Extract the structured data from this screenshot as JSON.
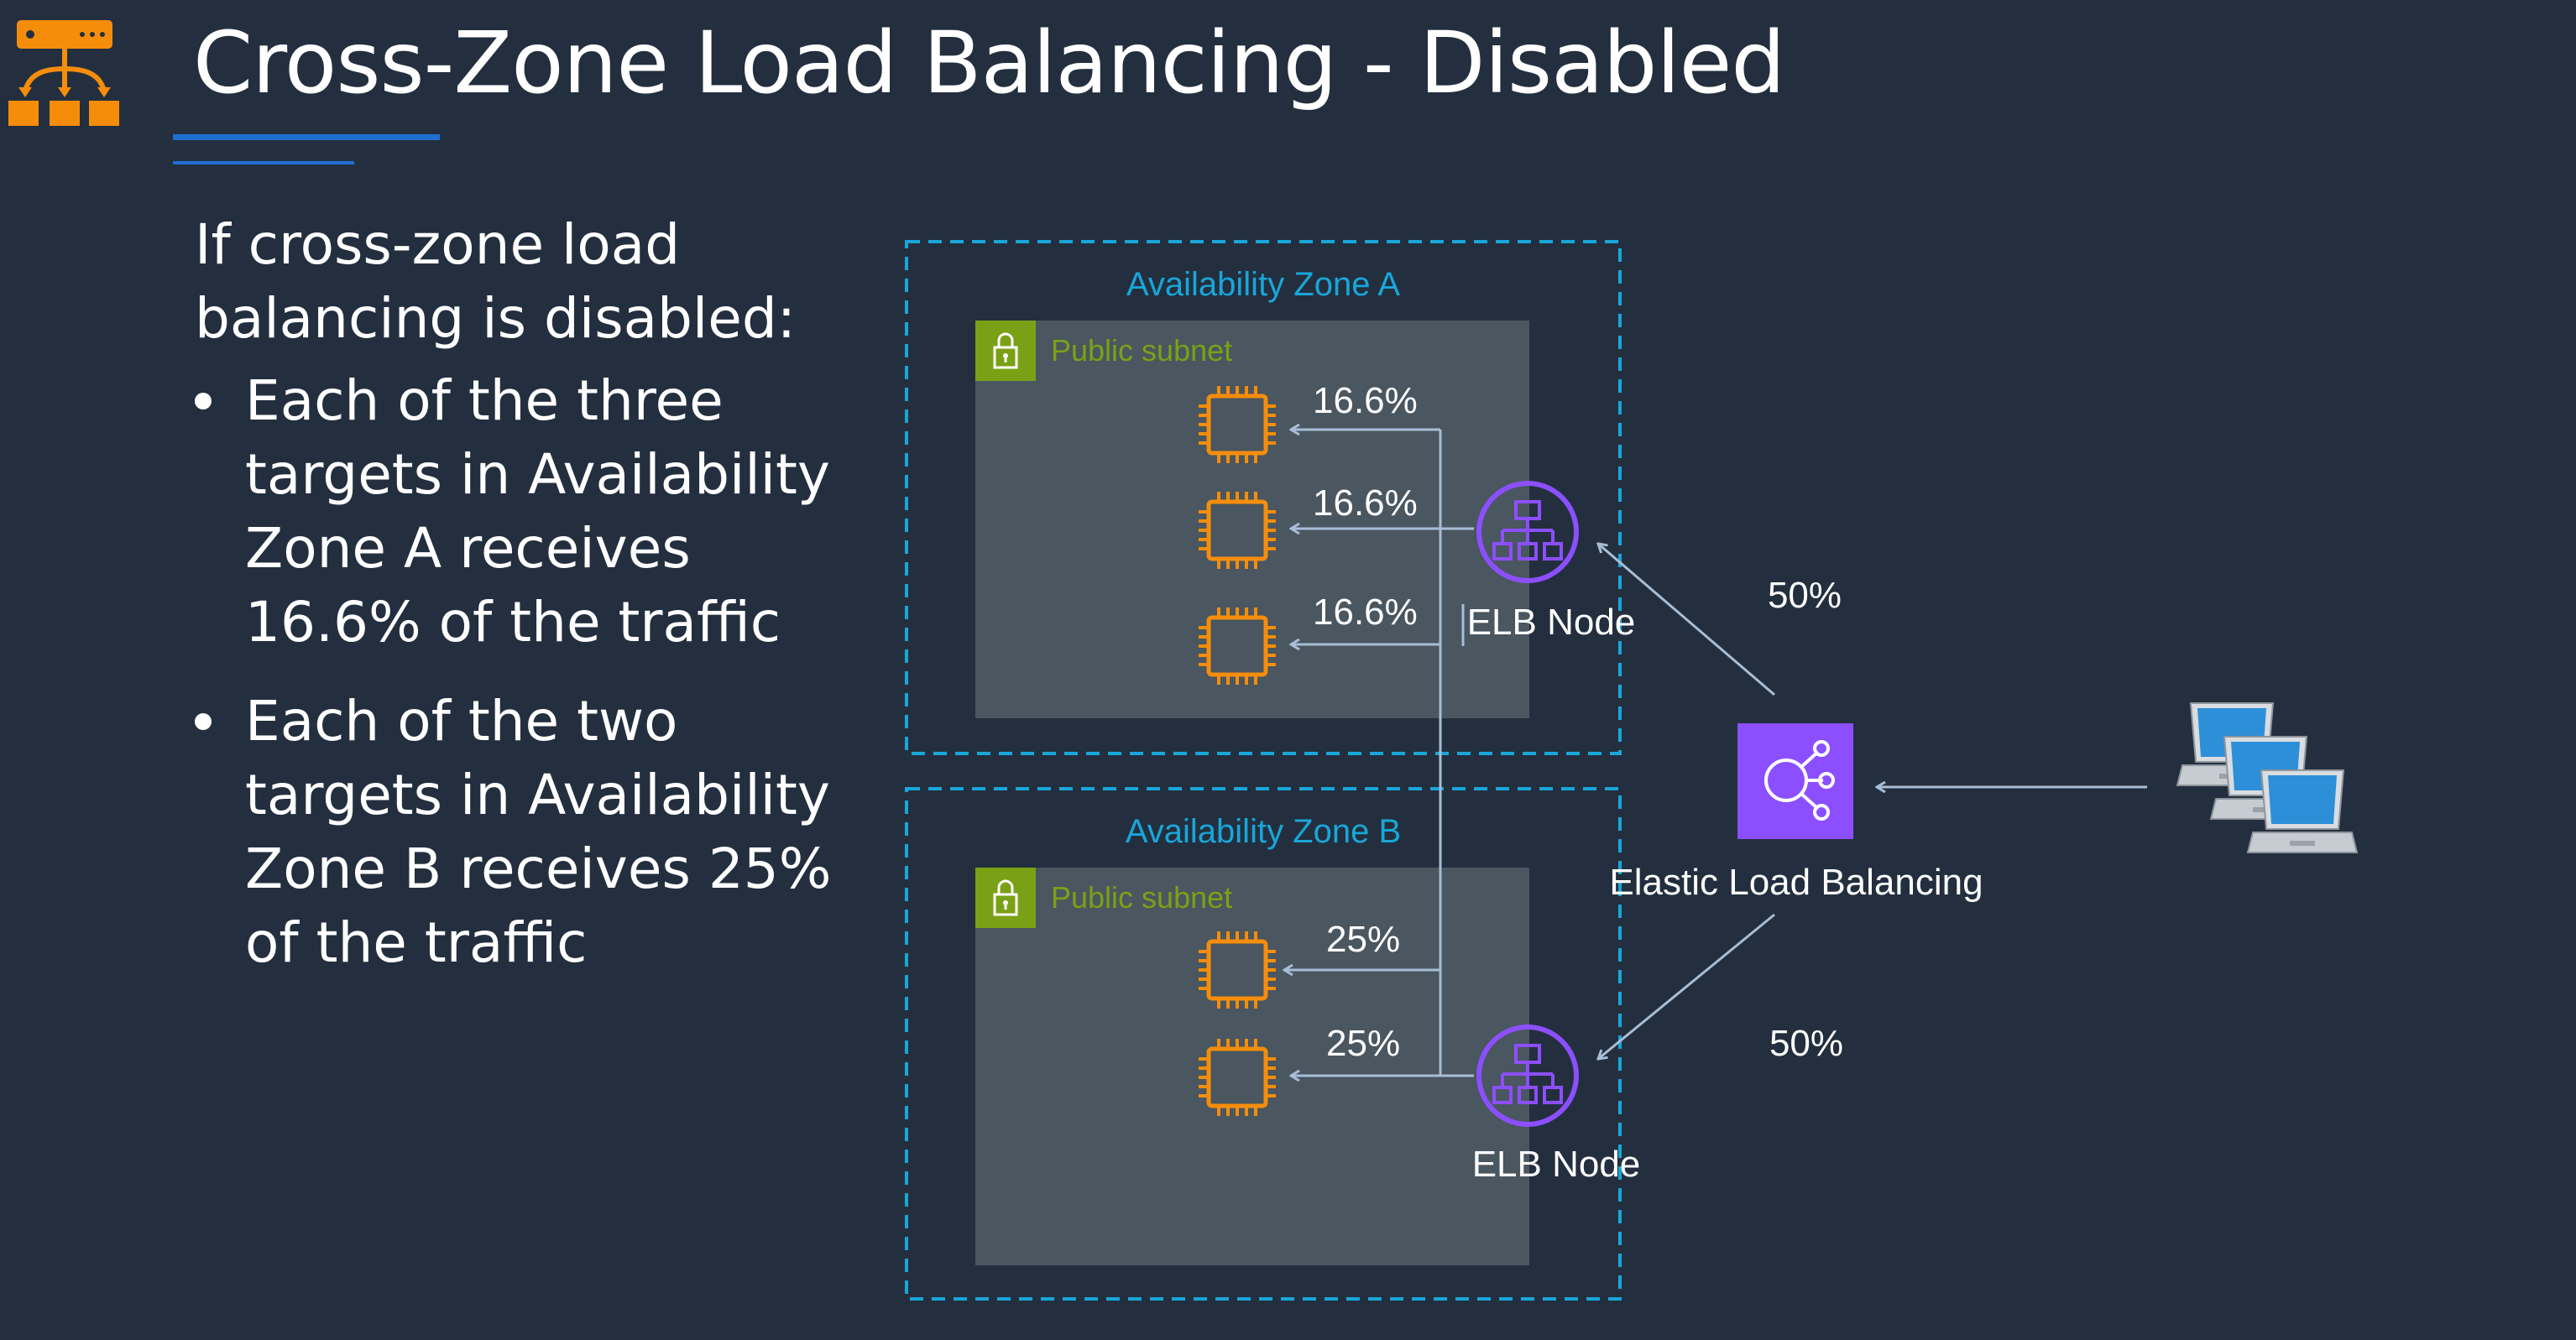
{
  "title": "Cross-Zone Load Balancing - Disabled",
  "intro": "If cross-zone load balancing is disabled:",
  "bullets": [
    "Each of the three targets in Availability Zone A receives 16.6% of the traffic",
    "Each of the two targets in Availability Zone B receives 25% of the traffic"
  ],
  "diagram": {
    "zone_a": {
      "label": "Availability Zone A",
      "subnet": "Public subnet",
      "target_percents": [
        "16.6%",
        "16.6%",
        "16.6%"
      ],
      "node_label": "ELB Node"
    },
    "zone_b": {
      "label": "Availability Zone B",
      "subnet": "Public subnet",
      "target_percents": [
        "25%",
        "25%"
      ],
      "node_label": "ELB Node"
    },
    "elb_label": "Elastic Load Balancing",
    "split_top": "50%",
    "split_bottom": "50%"
  },
  "colors": {
    "background": "#232f3e",
    "accent_blue": "#1f6fd0",
    "zone_border": "#19a6d9",
    "subnet_fill": "#4a5660",
    "subnet_green": "#7aa116",
    "ec2_orange": "#f58d0b",
    "elb_purple": "#8c4fff",
    "arrow": "#a8bdd6"
  },
  "icons": [
    "load-balancer-icon",
    "lock-icon",
    "ec2-instance-icon",
    "elb-node-icon",
    "elastic-load-balancing-icon",
    "laptop-clients-icon"
  ]
}
